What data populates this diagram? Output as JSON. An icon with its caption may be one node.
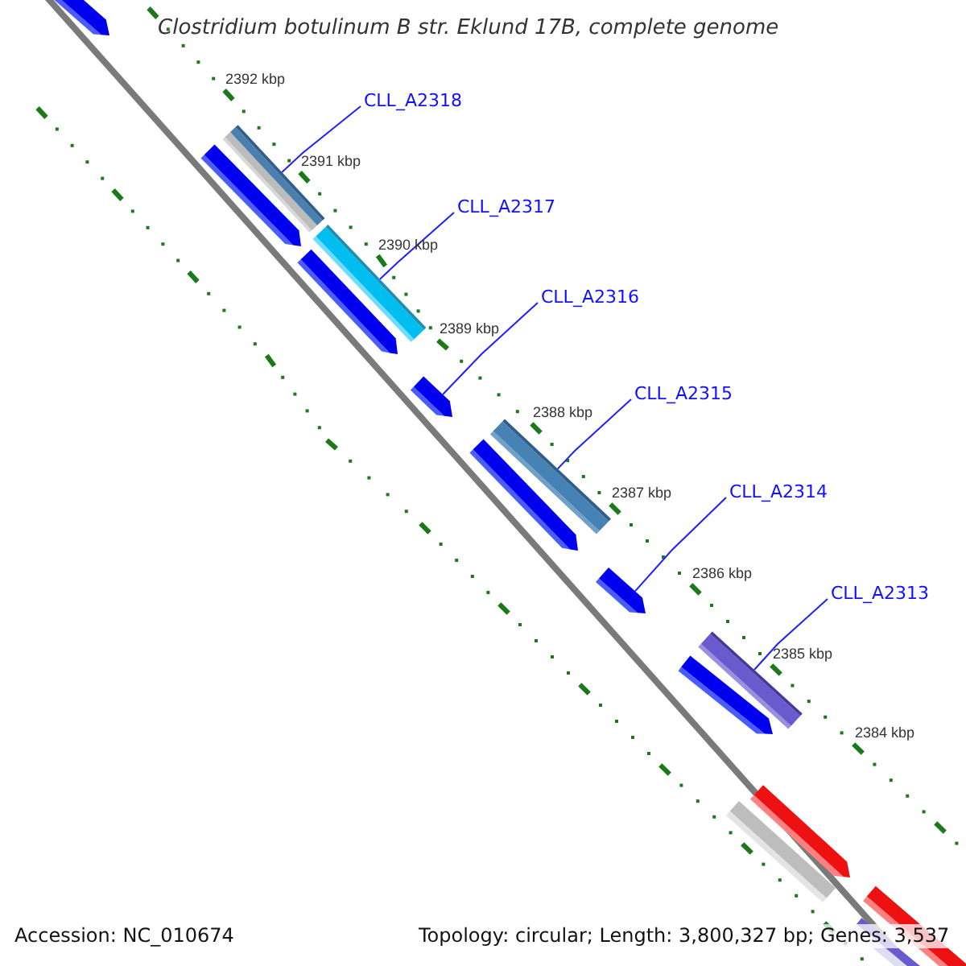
{
  "diagram": {
    "title": "Clostridium botulinum B str. Eklund 17B, complete genome",
    "nodes": [
      {
        "text": [
          "CLL_A2318"
        ]
      },
      {
        "text": [
          "CLL_A2317"
        ]
      },
      {
        "text": [
          "CLL_A2316"
        ]
      },
      {
        "text": [
          "CLL_A2315"
        ]
      },
      {
        "text": [
          "CLL_A2314"
        ]
      },
      {
        "text": [
          "CLL_A2313"
        ]
      },
      {
        "text": [],
        "shape": "bar"
      },
      {
        "text": [],
        "shape": "bar"
      },
      {
        "text": [],
        "shape": "bar"
      },
      {
        "text": [],
        "shape": "bar"
      },
      {
        "text": [],
        "shape": "bar"
      },
      {
        "text": [],
        "shape": "bar"
      }
    ],
    "edges": [
      {
        "from": 0,
        "to": 6,
        "arrow": "none"
      },
      {
        "from": 1,
        "to": 7,
        "arrow": "none"
      },
      {
        "from": 2,
        "to": 8,
        "arrow": "none"
      },
      {
        "from": 3,
        "to": 9,
        "arrow": "none"
      },
      {
        "from": 4,
        "to": 10,
        "arrow": "none"
      },
      {
        "from": 5,
        "to": 11,
        "arrow": "none"
      }
    ],
    "labels": [
      "2392 kbp",
      "2391 kbp",
      "2390 kbp",
      "2389 kbp",
      "2388 kbp",
      "2387 kbp",
      "2386 kbp",
      "2385 kbp",
      "2384 kbp",
      "Accession: NC_010674",
      "Topology: circular; Length: 3,800,327 bp; Genes: 3,537"
    ]
  }
}
